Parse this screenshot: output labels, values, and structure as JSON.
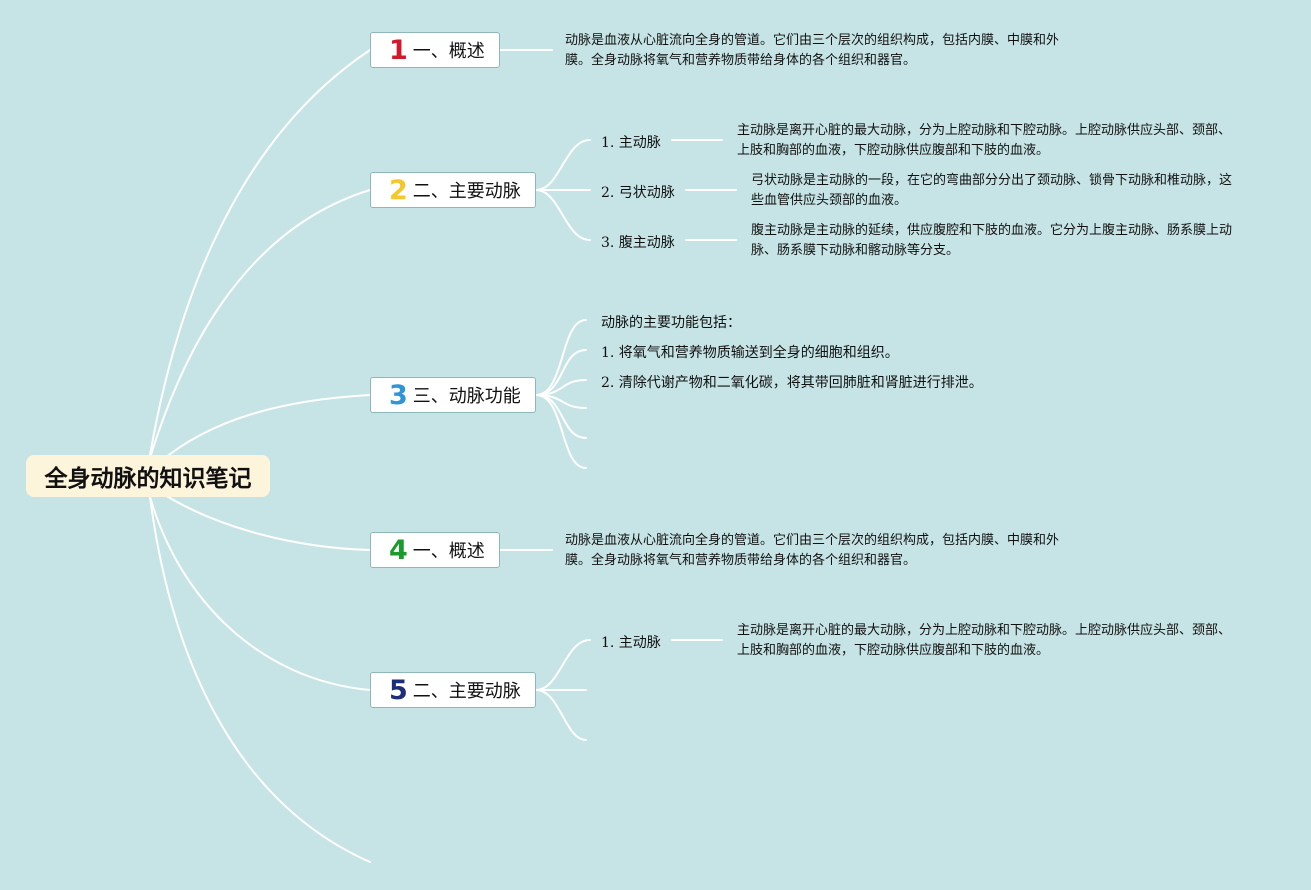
{
  "title": "全身动脉的知识笔记",
  "colors": {
    "background": "#c6e4e5",
    "root_fill": "#fdf4dc",
    "line": "#ffffff"
  },
  "branches": [
    {
      "num": "1",
      "num_color": "#d2182c",
      "label": "一、概述",
      "description": "动脉是血液从心脏流向全身的管道。它们由三个层次的组织构成，包括内膜、中膜和外膜。全身动脉将氧气和营养物质带给身体的各个组织和器官。"
    },
    {
      "num": "2",
      "num_color": "#f4c82b",
      "label": "二、主要动脉",
      "items": [
        {
          "label": "1. 主动脉",
          "description": "主动脉是离开心脏的最大动脉，分为上腔动脉和下腔动脉。上腔动脉供应头部、颈部、上肢和胸部的血液，下腔动脉供应腹部和下肢的血液。"
        },
        {
          "label": "2. 弓状动脉",
          "description": "弓状动脉是主动脉的一段，在它的弯曲部分分出了颈动脉、锁骨下动脉和椎动脉，这些血管供应头颈部的血液。"
        },
        {
          "label": "3. 腹主动脉",
          "description": "腹主动脉是主动脉的延续，供应腹腔和下肢的血液。它分为上腹主动脉、肠系膜上动脉、肠系膜下动脉和髂动脉等分支。"
        }
      ]
    },
    {
      "num": "3",
      "num_color": "#2f95d8",
      "label": "三、动脉功能",
      "items": [
        {
          "label": "动脉的主要功能包括："
        },
        {
          "label": "1. 将氧气和营养物质输送到全身的细胞和组织。"
        },
        {
          "label": "2. 清除代谢产物和二氧化碳，将其带回肺脏和肾脏进行排泄。"
        }
      ]
    },
    {
      "num": "4",
      "num_color": "#1d9a2e",
      "label": "一、概述",
      "description": "动脉是血液从心脏流向全身的管道。它们由三个层次的组织构成，包括内膜、中膜和外膜。全身动脉将氧气和营养物质带给身体的各个组织和器官。"
    },
    {
      "num": "5",
      "num_color": "#1e2d7a",
      "label": "二、主要动脉",
      "items": [
        {
          "label": "1. 主动脉",
          "description": "主动脉是离开心脏的最大动脉，分为上腔动脉和下腔动脉。上腔动脉供应头部、颈部、上肢和胸部的血液，下腔动脉供应腹部和下肢的血液。"
        }
      ]
    }
  ]
}
